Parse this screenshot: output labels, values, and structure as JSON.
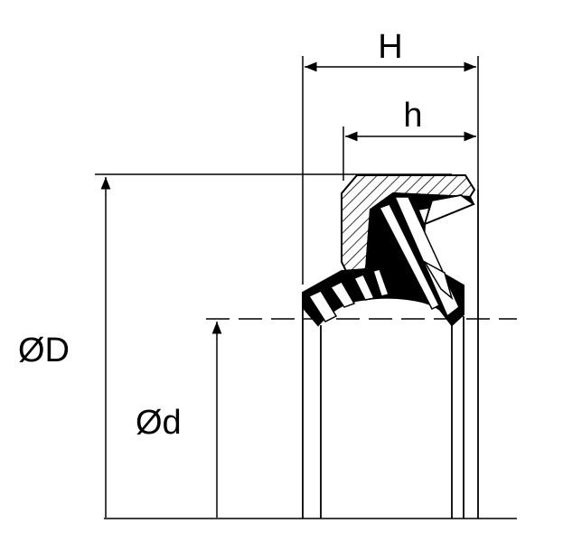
{
  "labels": {
    "outer_height": "H",
    "inner_height": "h",
    "outer_diameter": "ØD",
    "inner_diameter": "Ød"
  },
  "colors": {
    "line": "#000000",
    "background": "#ffffff",
    "seal_fill": "#000000"
  }
}
